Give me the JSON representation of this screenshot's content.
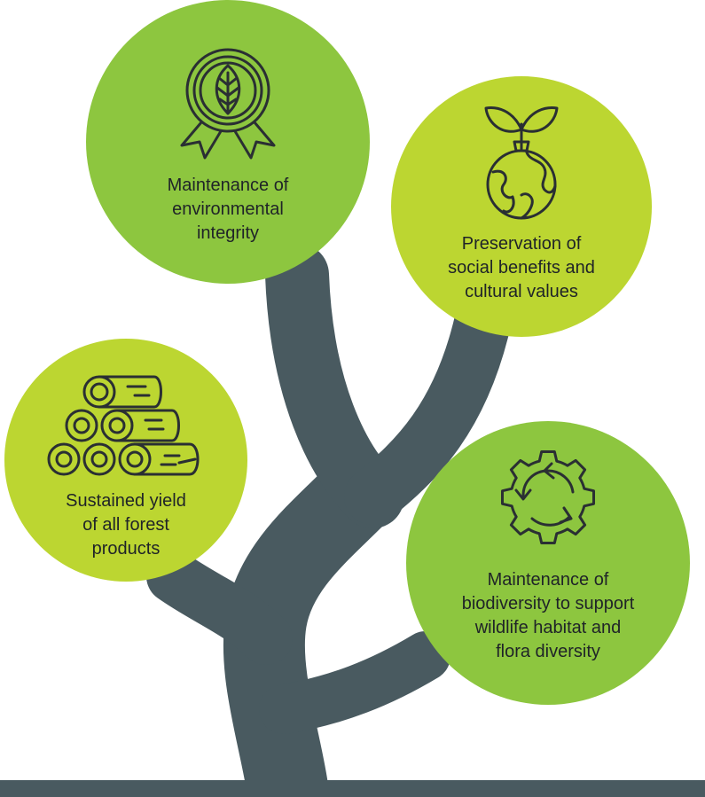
{
  "colors": {
    "trunk": "#495a60",
    "ground": "#495a60",
    "green_dark": "#8dc63f",
    "green_light": "#bcd631",
    "icon_stroke": "#2a2f33",
    "text": "#1f2328"
  },
  "nodes": [
    {
      "id": "environmental",
      "label": "Maintenance of\nenvironmental\nintegrity",
      "icon": "leaf-badge-icon",
      "color": "#8dc63f"
    },
    {
      "id": "social",
      "label": "Preservation of\nsocial benefits and\ncultural values",
      "icon": "sprouting-globe-icon",
      "color": "#bcd631"
    },
    {
      "id": "yield",
      "label": "Sustained yield\nof all forest\nproducts",
      "icon": "log-pile-icon",
      "color": "#bcd631"
    },
    {
      "id": "biodiversity",
      "label": "Maintenance of\nbiodiversity to support\nwildlife habitat and\nflora diversity",
      "icon": "gear-cycle-icon",
      "color": "#8dc63f"
    }
  ]
}
